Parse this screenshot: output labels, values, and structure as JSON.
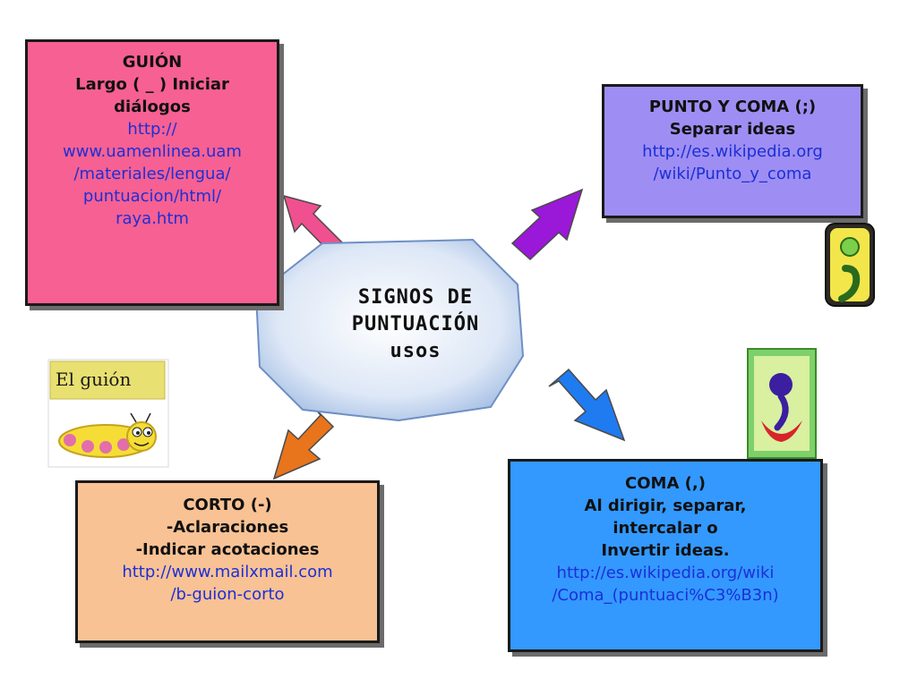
{
  "center": {
    "line1": "SIGNOS DE",
    "line2": "PUNTUACIÓN",
    "line3": "usos"
  },
  "guion": {
    "title": "GUIÓN",
    "desc_line1": "Largo ( _ ) Iniciar",
    "desc_line2": "diálogos",
    "link_lines": [
      "http://",
      "www.uamenlinea.uam",
      "/materiales/lengua/",
      "puntuacion/html/",
      "raya.htm"
    ]
  },
  "punto_y_coma": {
    "title": "PUNTO Y COMA (;)",
    "desc": "Separar ideas",
    "link_lines": [
      "http://es.wikipedia.org",
      "/wiki/Punto_y_coma"
    ]
  },
  "corto": {
    "title": "CORTO (-)",
    "desc_line1": "-Aclaraciones",
    "desc_line2": "-Indicar acotaciones",
    "link_lines": [
      "http://www.mailxmail.com",
      "/b-guion-corto"
    ]
  },
  "coma": {
    "title": "COMA (,)",
    "desc_line1": "Al dirigir, separar,",
    "desc_line2": "intercalar o",
    "desc_line3": "Invertir ideas.",
    "link_lines": [
      "http://es.wikipedia.org/wiki",
      "/Coma_(puntuaci%C3%B3n)"
    ]
  },
  "images": {
    "guion_picture_label": "El guión"
  },
  "colors": {
    "guion_box": "#f76092",
    "punto_y_coma_box": "#9e8ef3",
    "corto_box": "#f9c294",
    "coma_box": "#3399ff",
    "arrow_guion": "#f0508f",
    "arrow_pyc": "#9a18d8",
    "arrow_corto": "#e8741c",
    "arrow_coma": "#1f7bf0",
    "link": "#1c2fd6"
  }
}
